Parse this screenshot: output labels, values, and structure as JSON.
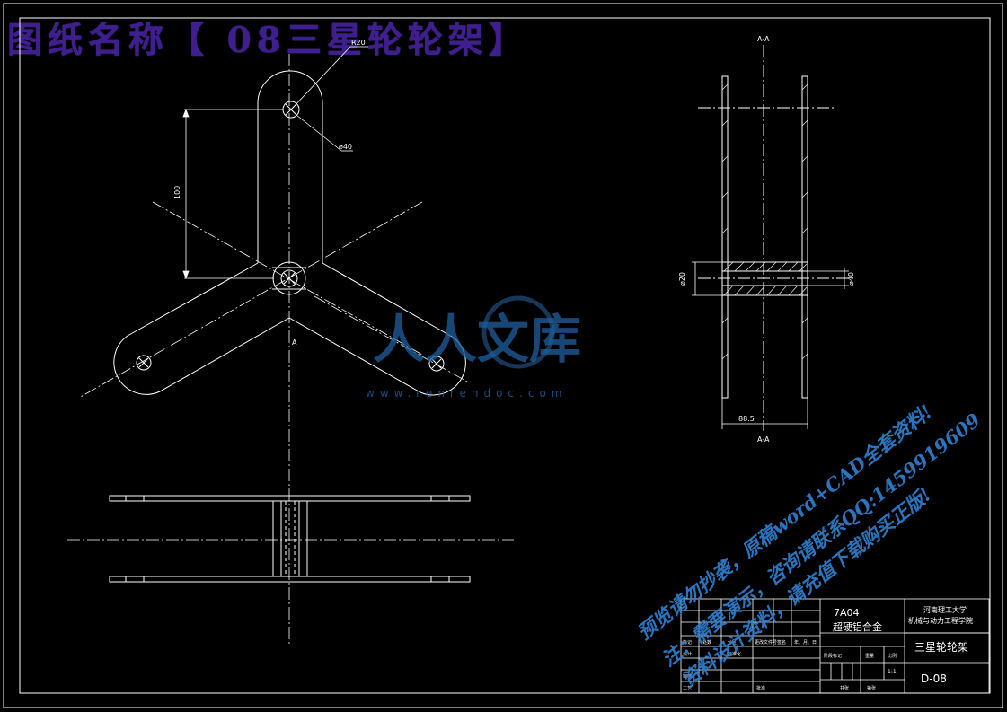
{
  "banner": {
    "text": "图纸名称【 08三星轮轮架】"
  },
  "drawing": {
    "section_label_top": "A-A",
    "section_label_bottom": "A-A",
    "section_mark": "A",
    "dim_radius": "R20",
    "dim_bore": "⌀40",
    "dim_center_distance": "100",
    "dim_left_dia": "⌀20",
    "dim_right_dia": "⌀40",
    "dim_width": "88.5"
  },
  "watermark": {
    "logo_text": "人人文库",
    "logo_url": "www.renrendoc.com",
    "line1": "预览请勿抄袭，原稿word+CAD全套资料!",
    "line2": "注：需要演示，咨询请联系QQ:1459919609",
    "line3": "资料设计资料，请充值下载购买正版!"
  },
  "title_block": {
    "material_code": "7A04",
    "material_name": "超硬铝合金",
    "school": "河南理工大学",
    "department": "机械与动力工程学院",
    "part_name": "三星轮轮架",
    "drawing_no": "D-08",
    "row_headers": [
      "标记",
      "处数",
      "分区",
      "更改文件号",
      "签名",
      "年、月、日"
    ],
    "row_headers2": [
      "设计",
      "标准化",
      "阶段标记",
      "重量",
      "比例"
    ],
    "labels": [
      "审核",
      "工艺",
      "批准",
      "共张",
      "第张"
    ],
    "scale": "1:1"
  }
}
